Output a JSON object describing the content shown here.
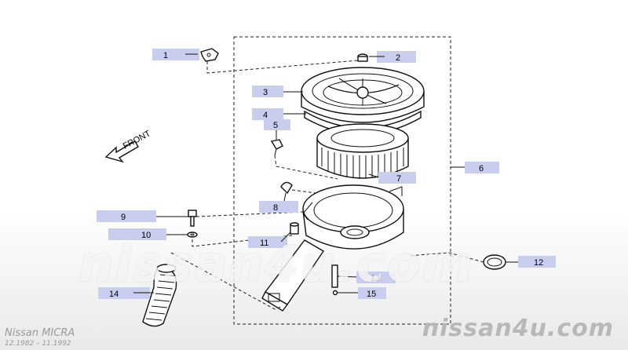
{
  "diagram": {
    "front_label": "FRONT",
    "callouts": [
      {
        "id": "1",
        "label": "1"
      },
      {
        "id": "2",
        "label": "2"
      },
      {
        "id": "3",
        "label": "3"
      },
      {
        "id": "4",
        "label": "4"
      },
      {
        "id": "5",
        "label": "5"
      },
      {
        "id": "6",
        "label": "6"
      },
      {
        "id": "7",
        "label": "7"
      },
      {
        "id": "8",
        "label": "8"
      },
      {
        "id": "9",
        "label": "9"
      },
      {
        "id": "10",
        "label": "10"
      },
      {
        "id": "11",
        "label": "11"
      },
      {
        "id": "12",
        "label": "12"
      },
      {
        "id": "13",
        "label": "13"
      },
      {
        "id": "14",
        "label": "14"
      },
      {
        "id": "15",
        "label": "15"
      }
    ]
  },
  "footer": {
    "model": "Nissan MICRA",
    "dates": "12.1982 – 11.1992"
  },
  "watermark": {
    "center": "nissan4u.com",
    "corner": "nissan4u.com"
  },
  "colors": {
    "callout_fill": "#c9cdee",
    "line": "#111111",
    "watermark": "#b8b8b8"
  }
}
